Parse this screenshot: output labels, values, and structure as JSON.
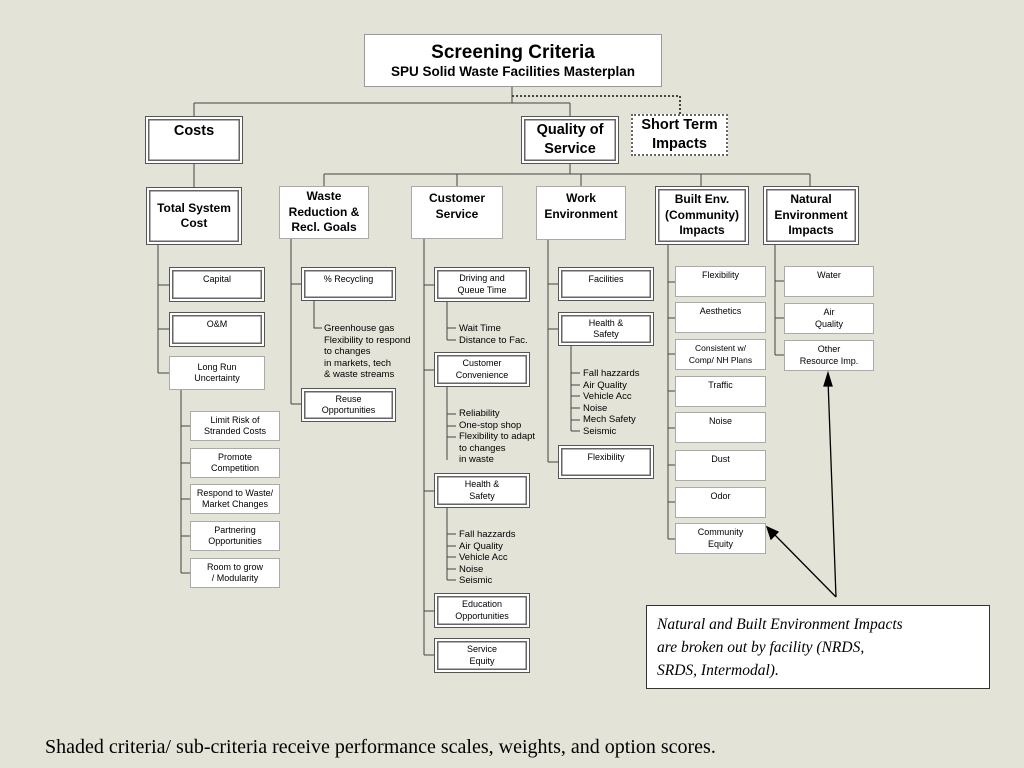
{
  "title": {
    "main": "Screening Criteria",
    "subtitle": "SPU Solid Waste Facilities Masterplan"
  },
  "level1": {
    "costs": "Costs",
    "quality": [
      "Quality of",
      "Service"
    ],
    "short_term": [
      "Short Term",
      "Impacts"
    ]
  },
  "categories": {
    "total_system_cost": [
      "Total System",
      "Cost"
    ],
    "waste_reduction": [
      "Waste",
      "Reduction &",
      "Recl. Goals"
    ],
    "customer_service": [
      "Customer",
      "Service"
    ],
    "work_environment": [
      "Work",
      "Environment"
    ],
    "built_env": [
      "Built Env.",
      "(Community)",
      "Impacts"
    ],
    "natural_env": [
      "Natural",
      "Environment",
      "Impacts"
    ]
  },
  "costs_items": {
    "capital": [
      "Capital"
    ],
    "om": [
      "O&M"
    ],
    "long_run": [
      "Long Run",
      "Uncertainty"
    ],
    "limit_risk": [
      "Limit Risk of",
      "Stranded Costs"
    ],
    "promote": [
      "Promote",
      "Competition"
    ],
    "respond": [
      "Respond to Waste/",
      "Market Changes"
    ],
    "partnering": [
      "Partnering",
      "Opportunities"
    ],
    "room": [
      "Room to grow",
      "/ Modularity"
    ]
  },
  "waste_items": {
    "recycling": [
      "% Recycling"
    ],
    "recycling_sub": [
      "Greenhouse gas",
      "Flexibility to respond",
      "to  changes",
      "in markets, tech",
      "& waste streams"
    ],
    "reuse": [
      "Reuse",
      "Opportunities"
    ]
  },
  "customer_items": {
    "driving": [
      "Driving and",
      "Queue Time"
    ],
    "driving_sub": [
      "Wait Time",
      "Distance to Fac."
    ],
    "convenience": [
      "Customer",
      "Convenience"
    ],
    "convenience_sub": [
      "Reliability",
      "One-stop shop",
      "Flexibility to adapt",
      "to changes",
      "in waste"
    ],
    "health": [
      "Health &",
      "Safety"
    ],
    "health_sub": [
      "Fall hazzards",
      "Air Quality",
      "Vehicle Acc",
      "Noise",
      "Seismic"
    ],
    "education": [
      "Education",
      "Opportunities"
    ],
    "equity": [
      "Service",
      "Equity"
    ]
  },
  "work_items": {
    "facilities": [
      "Facilities"
    ],
    "health": [
      "Health &",
      "Safety"
    ],
    "health_sub": [
      "Fall hazzards",
      "Air Quality",
      "Vehicle Acc",
      "Noise",
      "Mech Safety",
      "Seismic"
    ],
    "flexibility": [
      "Flexibility"
    ]
  },
  "built_items": {
    "flexibility": [
      "Flexibility"
    ],
    "aesthetics": [
      "Aesthetics"
    ],
    "consistent": [
      "Consistent w/",
      "Comp/ NH Plans"
    ],
    "traffic": [
      "Traffic"
    ],
    "noise": [
      "Noise"
    ],
    "dust": [
      "Dust"
    ],
    "odor": [
      "Odor"
    ],
    "equity": [
      "Community",
      "Equity"
    ]
  },
  "natural_items": {
    "water": [
      "Water"
    ],
    "air": [
      "Air",
      "Quality"
    ],
    "other": [
      "Other",
      "Resource Imp."
    ]
  },
  "note": [
    "Natural and Built Environment Impacts",
    "are broken out by facility (NRDS,",
    "SRDS, Intermodal)."
  ],
  "caption": "Shaded criteria/ sub-criteria receive performance scales, weights, and option scores.",
  "colors": {
    "background": "#e4e3d8",
    "lines": "#333333"
  }
}
